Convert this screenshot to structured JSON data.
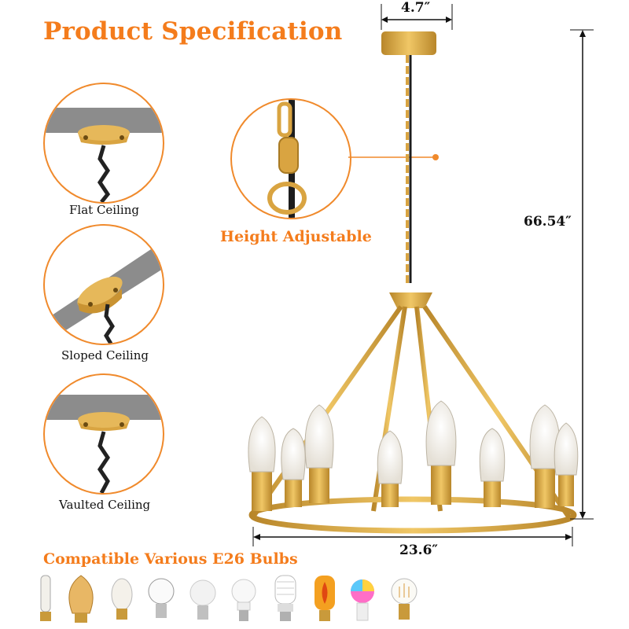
{
  "title": "Product Specification",
  "mounts": [
    {
      "label": "Flat  Ceiling"
    },
    {
      "label": "Sloped Ceiling"
    },
    {
      "label": "Vaulted Ceiling"
    }
  ],
  "feature": {
    "label": "Height Adjustable"
  },
  "dimensions": {
    "canopy": "4.7″",
    "height": "66.54″",
    "diameter": "23.6″"
  },
  "bulbs": {
    "label": "Compatible Various E26 Bulbs",
    "icons": [
      "tube-bulb-icon",
      "vintage-edison-bulb-icon",
      "edison-bulb-icon",
      "clear-incandescent-bulb-icon",
      "frosted-a19-bulb-icon",
      "led-bulb-icon",
      "cfl-spiral-bulb-icon",
      "flame-bulb-icon",
      "color-led-bulb-icon",
      "filament-globe-bulb-icon"
    ]
  },
  "colors": {
    "accent": "#f47c1c",
    "gold": "#d9a441",
    "ceiling": "#8c8c8c"
  }
}
